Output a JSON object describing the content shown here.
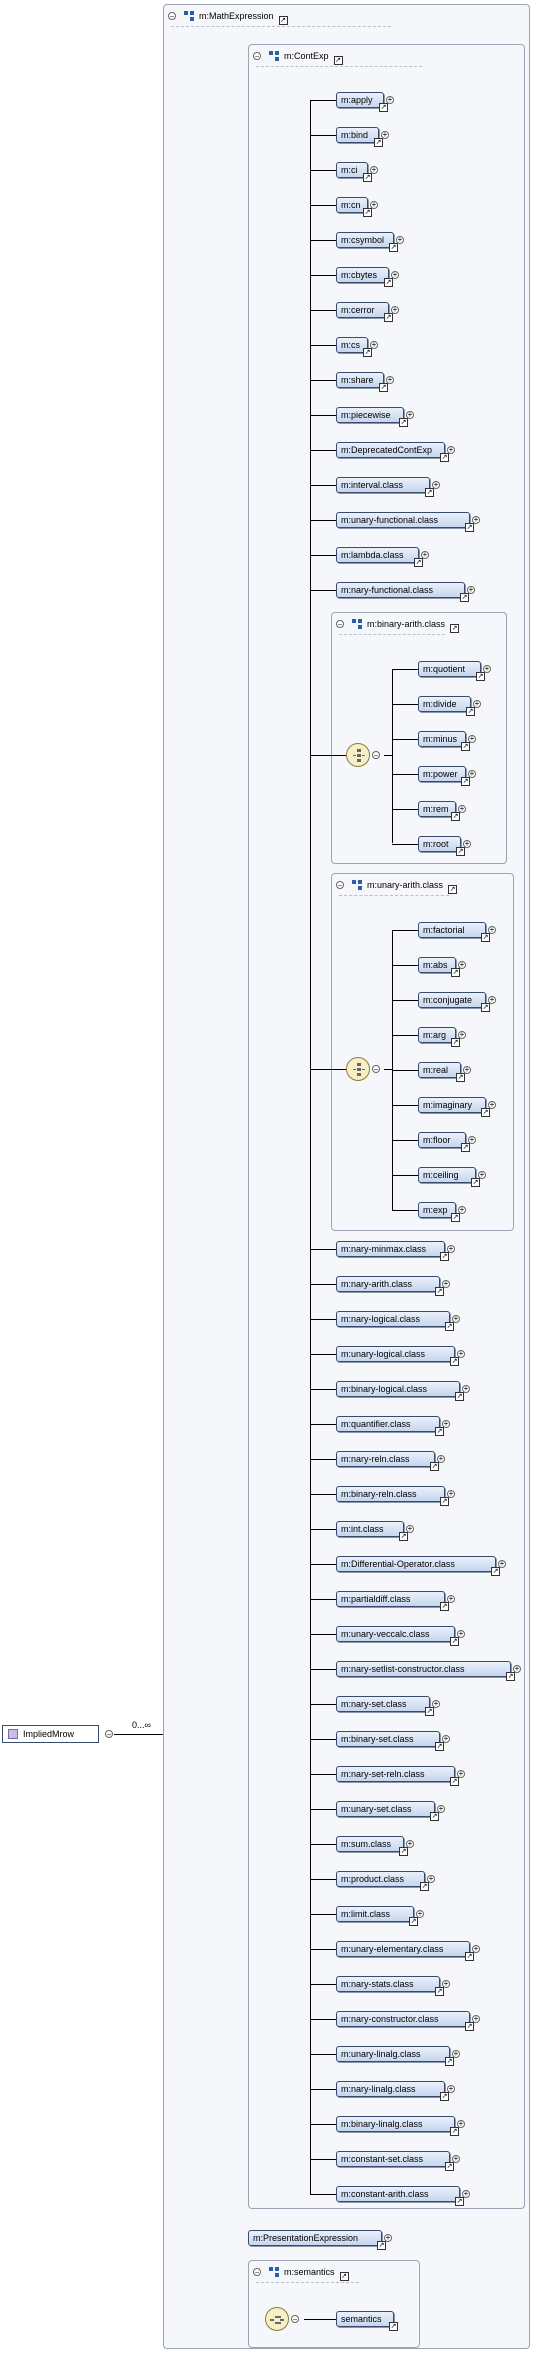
{
  "root": {
    "label": "ImpliedMrow",
    "cardinality": "0...∞"
  },
  "math_expression": {
    "title": "m:MathExpression",
    "con_exp": {
      "title": "m:ContExp",
      "items_a": [
        "m:apply",
        "m:bind",
        "m:ci",
        "m:cn",
        "m:csymbol",
        "m:cbytes",
        "m:cerror",
        "m:cs",
        "m:share",
        "m:piecewise",
        "m:DeprecatedContExp",
        "m:interval.class",
        "m:unary-functional.class",
        "m:lambda.class",
        "m:nary-functional.class"
      ],
      "binary_arith": {
        "title": "m:binary-arith.class",
        "items": [
          "m:quotient",
          "m:divide",
          "m:minus",
          "m:power",
          "m:rem",
          "m:root"
        ]
      },
      "unary_arith": {
        "title": "m:unary-arith.class",
        "items": [
          "m:factorial",
          "m:abs",
          "m:conjugate",
          "m:arg",
          "m:real",
          "m:imaginary",
          "m:floor",
          "m:ceiling",
          "m:exp"
        ]
      },
      "items_b": [
        "m:nary-minmax.class",
        "m:nary-arith.class",
        "m:nary-logical.class",
        "m:unary-logical.class",
        "m:binary-logical.class",
        "m:quantifier.class",
        "m:nary-reln.class",
        "m:binary-reln.class",
        "m:int.class",
        "m:Differential-Operator.class",
        "m:partialdiff.class",
        "m:unary-veccalc.class",
        "m:nary-setlist-constructor.class",
        "m:nary-set.class",
        "m:binary-set.class",
        "m:nary-set-reln.class",
        "m:unary-set.class",
        "m:sum.class",
        "m:product.class",
        "m:limit.class",
        "m:unary-elementary.class",
        "m:nary-stats.class",
        "m:nary-constructor.class",
        "m:unary-linalg.class",
        "m:nary-linalg.class",
        "m:binary-linalg.class",
        "m:constant-set.class",
        "m:constant-arith.class"
      ]
    },
    "presentation": "m:PresentationExpression",
    "semantics_group": {
      "title": "m:semantics",
      "item": "semantics"
    }
  }
}
